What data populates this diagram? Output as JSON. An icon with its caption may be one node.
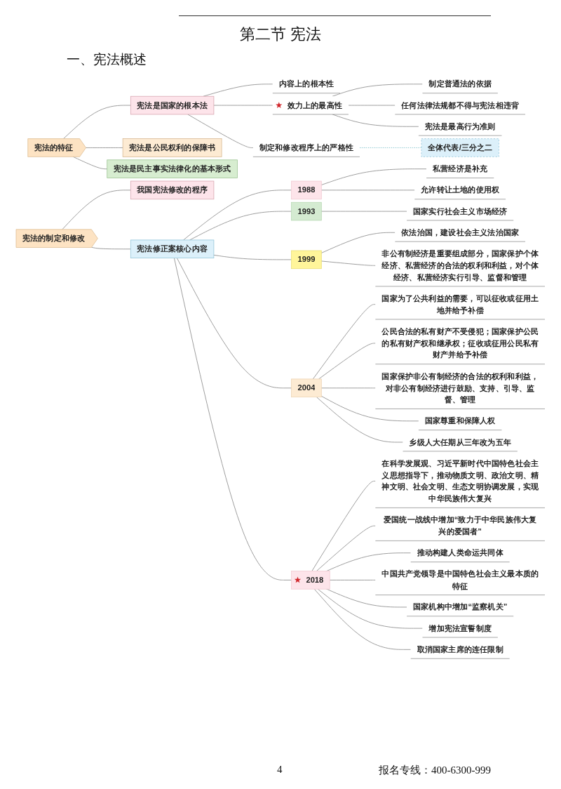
{
  "diagram": {
    "title": "第二节 宪法",
    "nodes": [
      {
        "text": [
          "宪法的特征"
        ]
      },
      {
        "text": [
          "宪法是国家的根本法"
        ]
      },
      {
        "text": [
          "内容上的根本性"
        ]
      },
      {
        "text": [
          "效力上的最高性"
        ]
      },
      {
        "text": [
          "制定普通法的依据"
        ]
      },
      {
        "text": [
          "任何法律法规都不得与宪法相违背"
        ]
      },
      {
        "text": [
          "宪法是最高行为准则"
        ]
      },
      {
        "text": [
          "制定和修改程序上的严格性"
        ]
      },
      {
        "text": [
          "全体代表/三分之二"
        ]
      },
      {
        "text": [
          "宪法是公民权利的保障书"
        ]
      },
      {
        "text": [
          "宪法是民主事实法律化的基本形式"
        ]
      },
      {
        "text": [
          "宪法的制定和修改"
        ]
      },
      {
        "text": [
          "我国宪法修改的程序"
        ]
      },
      {
        "text": [
          "宪法修正案核心内容"
        ]
      },
      {
        "text": [
          "1988"
        ]
      },
      {
        "text": [
          "私营经济是补充"
        ]
      },
      {
        "text": [
          "允许转让土地的使用权"
        ]
      },
      {
        "text": [
          "1993"
        ]
      },
      {
        "text": [
          "国家实行社会主义市场经济"
        ]
      },
      {
        "text": [
          "1999"
        ]
      },
      {
        "text": [
          "依法治国，建设社会主义法治国家"
        ]
      },
      {
        "text": [
          "非公有制经济是重要组成部分，国家保护个体经济、私营经济的合法的权利和利益，对个体经济、私营经济实行引导、监督和管理"
        ]
      },
      {
        "text": [
          "2004"
        ]
      },
      {
        "text": [
          "国家为了公共利益的需要，可以征收或征用土地并给予补偿"
        ]
      },
      {
        "text": [
          "公民合法的私有财产不受侵犯；国家保护公民的私有财产权和继承权；征收或征用公民私有财产并给予补偿"
        ]
      },
      {
        "text": [
          "国家保护非公有制经济的合法的权利和利益，对非公有制经济进行鼓励、支持、引导、监督、管理"
        ]
      },
      {
        "text": [
          "国家尊重和保障人权"
        ]
      },
      {
        "text": [
          "乡级人大任期从三年改为五年"
        ]
      },
      {
        "text": [
          "2018"
        ]
      },
      {
        "text": [
          "在科学发展观、习近平新时代中国特色社会主义思想指导下，推动物质文明、政治文明、精神文明、社会文明、生态文明协调发展，实现中华民族伟大复兴"
        ]
      },
      {
        "text": [
          "爱国统一战线中增加“致力于中华民族伟大复兴的爱国者”"
        ]
      },
      {
        "text": [
          "推动构建人类命运共同体"
        ]
      },
      {
        "text": [
          "中国共产党领导是中国特色社会主义最本质的特征"
        ]
      },
      {
        "text": [
          "国家机构中增加“监察机关”"
        ]
      },
      {
        "text": [
          "增加宪法宣誓制度"
        ]
      },
      {
        "text": [
          "取消国家主席的连任限制"
        ]
      }
    ],
    "edges": [
      {
        "from": 0,
        "to": 1,
        "arrow": "none"
      },
      {
        "from": 1,
        "to": 2,
        "arrow": "none"
      },
      {
        "from": 1,
        "to": 3,
        "arrow": "none"
      },
      {
        "from": 3,
        "to": 4,
        "arrow": "none"
      },
      {
        "from": 3,
        "to": 5,
        "arrow": "none"
      },
      {
        "from": 3,
        "to": 6,
        "arrow": "none"
      },
      {
        "from": 1,
        "to": 7,
        "arrow": "none"
      },
      {
        "from": 7,
        "to": 8,
        "arrow": "none",
        "style": "dashed",
        "color": "#8cc7cf"
      },
      {
        "from": 0,
        "to": 9,
        "arrow": "none"
      },
      {
        "from": 0,
        "to": 10,
        "arrow": "none"
      },
      {
        "from": 11,
        "to": 12,
        "arrow": "none"
      },
      {
        "from": 11,
        "to": 13,
        "arrow": "none"
      },
      {
        "from": 13,
        "to": 14,
        "arrow": "none"
      },
      {
        "from": 14,
        "to": 15,
        "arrow": "none"
      },
      {
        "from": 14,
        "to": 16,
        "arrow": "none"
      },
      {
        "from": 13,
        "to": 17,
        "arrow": "none"
      },
      {
        "from": 17,
        "to": 18,
        "arrow": "none"
      },
      {
        "from": 13,
        "to": 19,
        "arrow": "none"
      },
      {
        "from": 19,
        "to": 20,
        "arrow": "none"
      },
      {
        "from": 19,
        "to": 21,
        "arrow": "none"
      },
      {
        "from": 13,
        "to": 22,
        "arrow": "none"
      },
      {
        "from": 22,
        "to": 23,
        "arrow": "none"
      },
      {
        "from": 22,
        "to": 24,
        "arrow": "none"
      },
      {
        "from": 22,
        "to": 25,
        "arrow": "none"
      },
      {
        "from": 22,
        "to": 26,
        "arrow": "none"
      },
      {
        "from": 22,
        "to": 27,
        "arrow": "none"
      },
      {
        "from": 13,
        "to": 28,
        "arrow": "none"
      },
      {
        "from": 28,
        "to": 29,
        "arrow": "none"
      },
      {
        "from": 28,
        "to": 30,
        "arrow": "none"
      },
      {
        "from": 28,
        "to": 31,
        "arrow": "none"
      },
      {
        "from": 28,
        "to": 32,
        "arrow": "none"
      },
      {
        "from": 28,
        "to": 33,
        "arrow": "none"
      },
      {
        "from": 28,
        "to": 34,
        "arrow": "none"
      },
      {
        "from": 28,
        "to": 35,
        "arrow": "none"
      }
    ],
    "labels": [
      "一、宪法概述",
      "4",
      "报名专线：400-6300-999"
    ]
  }
}
